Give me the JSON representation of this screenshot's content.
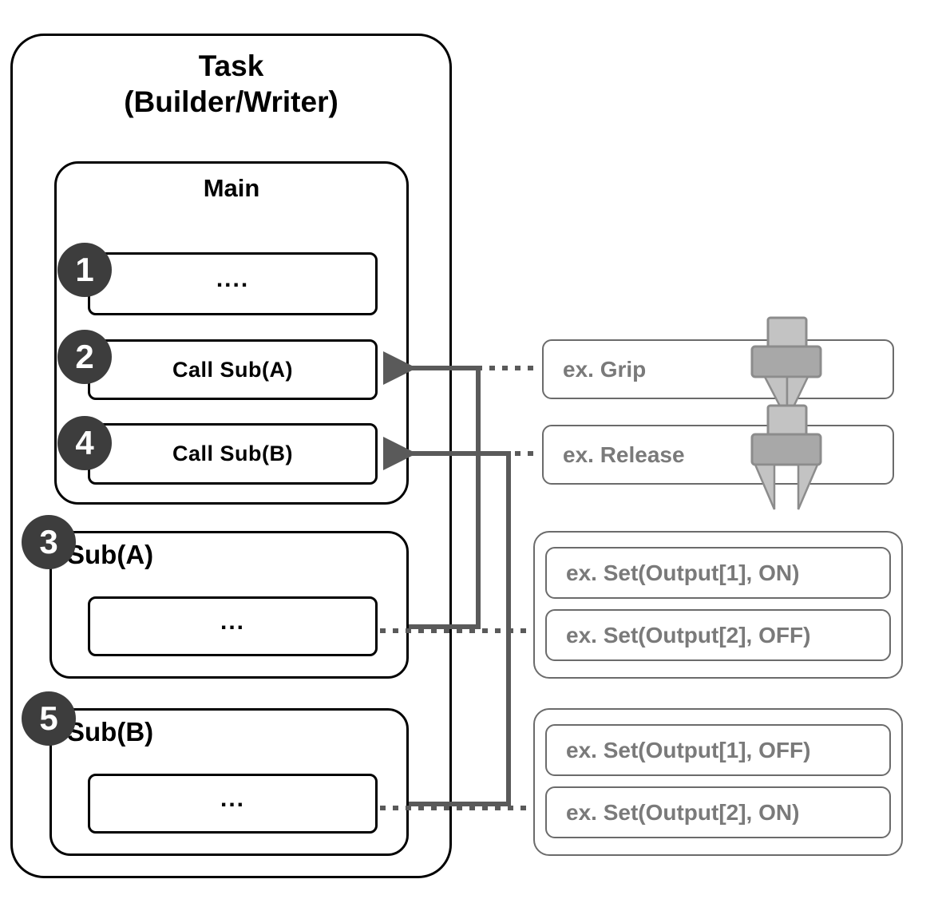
{
  "diagram": {
    "title_lines": [
      "Task",
      "(Builder/Writer)"
    ],
    "main_title": "Main",
    "colors": {
      "outline_black": "#000000",
      "circle_fill": "#3d3d3d",
      "example_outline": "#6b6b6b",
      "example_text": "#7a7a7a",
      "connector": "#5a5a5a",
      "gripper_light": "#c3c3c3",
      "gripper_dark": "#a8a8a8"
    },
    "main_steps": [
      {
        "number": "1",
        "label": "...."
      },
      {
        "number": "2",
        "label": "Call  Sub(A)"
      },
      {
        "number": "4",
        "label": "Call  Sub(B)"
      }
    ],
    "subroutines": [
      {
        "number": "3",
        "title": "Sub(A)",
        "body_label": "..."
      },
      {
        "number": "5",
        "title": "Sub(B)",
        "body_label": "..."
      }
    ],
    "examples": {
      "grip": {
        "label": "ex. Grip",
        "icon": "gripper-closed-icon"
      },
      "release": {
        "label": "ex. Release",
        "icon": "gripper-open-icon"
      },
      "group_a": [
        "ex. Set(Output[1], ON)",
        "ex. Set(Output[2], OFF)"
      ],
      "group_b": [
        "ex. Set(Output[1], OFF)",
        "ex. Set(Output[2], ON)"
      ]
    }
  }
}
